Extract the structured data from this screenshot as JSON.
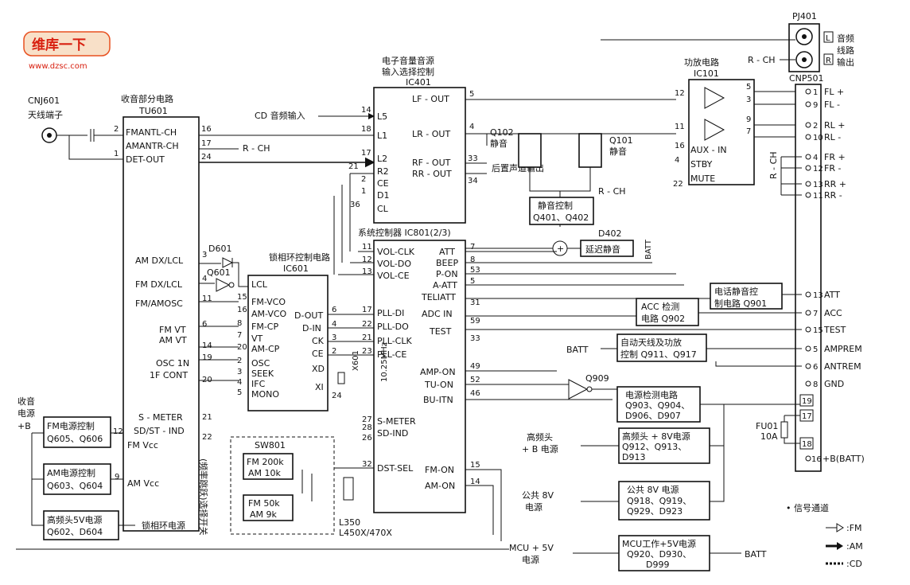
{
  "logo": {
    "cn": "维库一下",
    "url": "www.dzsc.com"
  },
  "cnj601": {
    "title": "CNJ601",
    "sub": "天线端子"
  },
  "tu601": {
    "title": "收音部分电路",
    "ref": "TU601",
    "pins_left": [
      {
        "label": "FMANTL-CH",
        "no": "2"
      },
      {
        "label": "AMANTR-CH",
        "no": "1"
      },
      {
        "label": "DET-OUT",
        "no": ""
      }
    ],
    "pins_right": [
      {
        "label": "AM DX/LCL",
        "no": "3"
      },
      {
        "label": "FM DX/LCL",
        "no": "4"
      },
      {
        "label": "FM/AMOSC",
        "no": "11"
      },
      {
        "label": "FM VT",
        "no": "6"
      },
      {
        "label": "AM VT",
        "no": "14"
      },
      {
        "label": "OSC 1N",
        "no": "19"
      },
      {
        "label": "1F CONT",
        "no": "20"
      },
      {
        "label": "S - METER",
        "no": "21"
      },
      {
        "label": "SD/ST - IND",
        "no": "22"
      },
      {
        "label": "FM Vcc",
        "no": "12"
      },
      {
        "label": "AM Vcc",
        "no": "9"
      }
    ],
    "out_pins": {
      "p16": "16",
      "p17": "17",
      "p24": "24"
    },
    "r_ch": "R - CH"
  },
  "cd_input": "CD 音频输入",
  "ic401": {
    "title_line1": "电子音量音源",
    "title_line2": "输入选择控制",
    "ref": "IC401",
    "left_pins": [
      {
        "label": "L5",
        "no": "14"
      },
      {
        "label": "L1",
        "no": "18"
      },
      {
        "label": "L2",
        "no": "17"
      },
      {
        "label": "R2",
        "no": "21"
      },
      {
        "label": "CE",
        "no": "2"
      },
      {
        "label": "D1",
        "no": "1"
      },
      {
        "label": "CL",
        "no": "36"
      }
    ],
    "right_pins": [
      {
        "label": "LF - OUT",
        "no": "5"
      },
      {
        "label": "LR - OUT",
        "no": "4"
      },
      {
        "label": "RF - OUT",
        "no": "33"
      },
      {
        "label": "RR - OUT",
        "no": "34"
      }
    ],
    "rear_out": "后置声道输出"
  },
  "q102": {
    "ref": "Q102",
    "label": "静音"
  },
  "q101": {
    "ref": "Q101",
    "label": "静音"
  },
  "mute_ctrl": {
    "title": "静音控制",
    "refs": "Q401、Q402"
  },
  "d402": {
    "ref": "D402",
    "label": "延迟静音",
    "batt": "BATT"
  },
  "r_ch_mid": "R - CH",
  "ic101": {
    "title": "功放电路",
    "ref": "IC101",
    "pins": [
      {
        "label": "AUX - IN",
        "no": "16"
      },
      {
        "label": "STBY",
        "no": "4"
      },
      {
        "label": "MUTE",
        "no": "22"
      }
    ],
    "in_pins": {
      "p12": "12",
      "p11": "11"
    },
    "out_pins": {
      "p5": "5",
      "p3": "3",
      "p9": "9",
      "p7": "7"
    }
  },
  "pj401": {
    "ref": "PJ401",
    "l": "L",
    "r": "R",
    "text1": "音频",
    "text2": "线路",
    "text3": "输出",
    "rch": "R - CH"
  },
  "cnp501": {
    "ref": "CNP501",
    "pins": [
      {
        "no": "1",
        "label": "FL +"
      },
      {
        "no": "9",
        "label": "FL -"
      },
      {
        "no": "2",
        "label": "RL +"
      },
      {
        "no": "10",
        "label": "RL -"
      },
      {
        "no": "4",
        "label": "FR +"
      },
      {
        "no": "12",
        "label": "FR -"
      },
      {
        "no": "13",
        "label": "RR +"
      },
      {
        "no": "11",
        "label": "RR -"
      },
      {
        "no": "13",
        "label": "ATT"
      },
      {
        "no": "7",
        "label": "ACC"
      },
      {
        "no": "15",
        "label": "TEST"
      },
      {
        "no": "5",
        "label": "AMPREM"
      },
      {
        "no": "6",
        "label": "ANTREM"
      },
      {
        "no": "8",
        "label": "GND"
      },
      {
        "no": "19",
        "label": ""
      },
      {
        "no": "17",
        "label": ""
      },
      {
        "no": "18",
        "label": ""
      },
      {
        "no": "16",
        "label": "+B(BATT)"
      }
    ],
    "r_ch": "R - CH"
  },
  "ic801": {
    "title": "系统控制器 IC801(2/3)",
    "left_pins": [
      {
        "label": "VOL-CLK",
        "no": "11"
      },
      {
        "label": "VOL-DO",
        "no": "12"
      },
      {
        "label": "VOL-CE",
        "no": "13"
      },
      {
        "label": "PLL-DI",
        "no": "17"
      },
      {
        "label": "PLL-DO",
        "no": "22"
      },
      {
        "label": "PLL-CLK",
        "no": "21"
      },
      {
        "label": "PLL-CE",
        "no": "23"
      },
      {
        "label": "S-METER",
        "no": ""
      },
      {
        "label": "SD-IND",
        "no": "26"
      },
      {
        "label": "DST-SEL",
        "no": "32"
      }
    ],
    "right_pins": [
      {
        "label": "ATT",
        "no": "7"
      },
      {
        "label": "BEEP",
        "no": "8"
      },
      {
        "label": "P-ON",
        "no": "53"
      },
      {
        "label": "A-ATT",
        "no": "5"
      },
      {
        "label": "TELIATT",
        "no": "31"
      },
      {
        "label": "ADC IN",
        "no": "59"
      },
      {
        "label": "TEST",
        "no": "33"
      },
      {
        "label": "AMP-ON",
        "no": "49"
      },
      {
        "label": "TU-ON",
        "no": "52"
      },
      {
        "label": "BU-ITN",
        "no": "46"
      },
      {
        "label": "FM-ON",
        "no": "15"
      },
      {
        "label": "AM-ON",
        "no": "14"
      }
    ],
    "inner_pins": {
      "p27": "27",
      "p28": "28"
    }
  },
  "ic601": {
    "title": "锁相环控制电路",
    "ref": "IC601",
    "left_pins": [
      "LCL",
      "FM-VCO",
      "AM-VCO",
      "FM-CP",
      "VT",
      "AM-CP",
      "OSC",
      "SEEK",
      "IFC",
      "MONO"
    ],
    "left_nos": [
      "",
      "15",
      "16",
      "8",
      "7",
      "20",
      "2",
      "3",
      "4",
      "5"
    ],
    "right_pins": [
      {
        "label": "D-OUT",
        "no": "6"
      },
      {
        "label": "D-IN",
        "no": "4"
      },
      {
        "label": "CK",
        "no": "3"
      },
      {
        "label": "CE",
        "no": "2"
      },
      {
        "label": "XD",
        "no": ""
      },
      {
        "label": "XI",
        "no": "24"
      }
    ],
    "xtal": {
      "ref": "X601",
      "freq": "10.25MHz"
    }
  },
  "d601": "D601",
  "q601": "Q601",
  "sw801": {
    "ref": "SW801",
    "opt1_a": "FM 200k",
    "opt1_b": "AM 10k",
    "opt2_a": "FM 50k",
    "opt2_b": "AM 9k",
    "vert": "(频率跳跃)选择开关"
  },
  "l350": {
    "line1": "L350",
    "line2": "L450X/470X"
  },
  "pll_power": "锁相环电源",
  "power_left": {
    "title": "收音",
    "title2": "电源",
    "plus_b": "+B",
    "fm": {
      "title": "FM电源控制",
      "refs": "Q605、Q606"
    },
    "am": {
      "title": "AM电源控制",
      "refs": "Q603、Q604"
    },
    "hf5v": {
      "title": "高频头5V电源",
      "refs": "Q602、D604"
    }
  },
  "blocks_right": {
    "phone_mute": {
      "line1": "电话静音控",
      "line2": "制电路 Q901"
    },
    "acc": {
      "line1": "ACC 检测",
      "line2": "电路 Q902"
    },
    "auto_ant": {
      "line1": "自动天线及功放",
      "line2": "控制 Q911、Q917",
      "batt": "BATT"
    },
    "q909": "Q909",
    "pwr_detect": {
      "line1": "电源检测电路",
      "line2": "Q903、Q904、",
      "line3": "D906、D907"
    },
    "hf8v": {
      "line1": "高频头 + 8V电源",
      "line2": "Q912、Q913、",
      "line3": "D913"
    },
    "hf_b": {
      "line1": "高频头",
      "line2": "+ B 电源"
    },
    "c8v": {
      "line1": "公共 8V 电源",
      "line2": "Q918、Q919、",
      "line3": "Q929、D923"
    },
    "c8v_side": {
      "line1": "公共 8V",
      "line2": "电源"
    },
    "mcu5v": {
      "line1": "MCU工作+5V电源",
      "line2": "Q920、D930、",
      "line3": "D999",
      "batt": "BATT"
    },
    "mcu_side": {
      "line1": "MCU + 5V",
      "line2": "电源"
    },
    "fu01": {
      "ref": "FU01",
      "val": "10A"
    }
  },
  "legend": {
    "title": "• 信号通道",
    "fm": ":FM",
    "am": ":AM",
    "cd": ":CD"
  }
}
